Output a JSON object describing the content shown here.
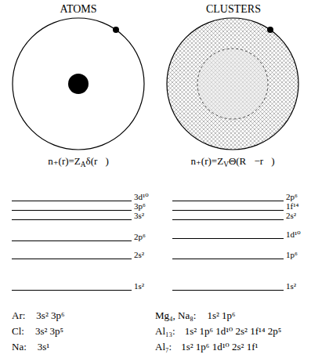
{
  "diagram": {
    "labels": [
      "ATOMS",
      "CLUSTERS",
      "n₊(r)=Z",
      "A",
      "δ(r⃗)",
      "n₊(r)=Z",
      "V",
      "Θ(R⃗−r⃗)",
      "3d¹⁰",
      "3p⁶",
      "3s²",
      "2p⁶",
      "2s²",
      "1s²",
      "2p⁶",
      "1f¹⁴",
      "2s²",
      "1d¹⁰",
      "1p⁶",
      "1s²",
      "Ar:",
      "3s² 3p⁶",
      "Cl:",
      "3s² 3p⁵",
      "Na:",
      "3s¹",
      "Mg₄, Na₈:",
      "1s² 1p⁶",
      "Al₁₃:",
      "1s² 1p⁶ 1d¹⁰ 2s² 1f¹⁴ 2p⁵",
      "Al₇:",
      "1s² 1p⁶ 1d¹⁰ 2s² 1f¹"
    ]
  }
}
